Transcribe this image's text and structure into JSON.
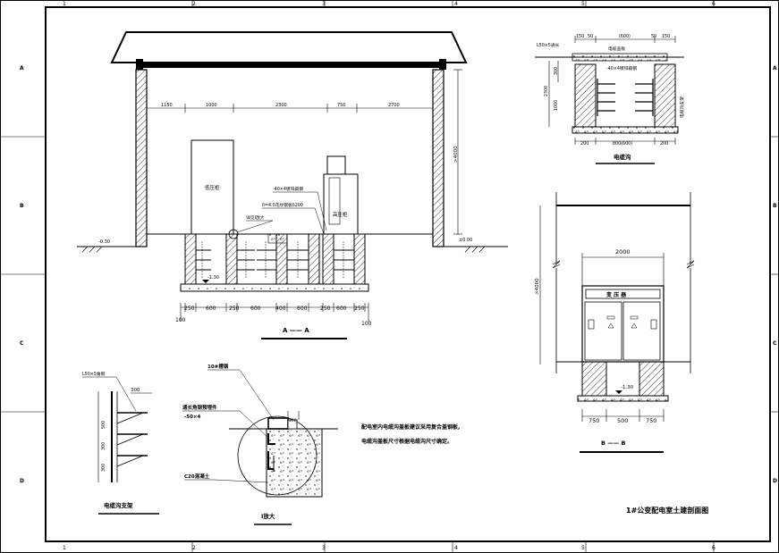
{
  "border": {
    "col_numbers": [
      "1",
      "2",
      "3",
      "4",
      "5",
      "6"
    ],
    "row_letters": [
      "A",
      "B",
      "C",
      "D"
    ]
  },
  "section_aa": {
    "title": "A —— A",
    "top_dims": [
      "1150",
      "1000",
      "2300",
      "750",
      "2700"
    ],
    "bottom_dims": [
      "250",
      "600",
      "250",
      "600",
      "400",
      "600",
      "250",
      "600",
      "250"
    ],
    "edge_dims": [
      "100",
      "100"
    ],
    "height_dim": ">4000",
    "ground_level": "-0.30",
    "floor_level": "±0.00",
    "bottom_level": "-1.30",
    "labels": {
      "lv_cabinet": "低压柜",
      "hv_cabinet": "高压柜",
      "flat_steel": "-40×4镀锌扁钢",
      "steel_plate": "δ=4.0花纹钢板δ200",
      "detail_ref": "详见I放大"
    }
  },
  "cable_trench": {
    "title": "电缆沟",
    "top_dims": [
      "150",
      "50",
      "(600)",
      "50",
      "150"
    ],
    "angle_label": "L50×5通长",
    "cover_label": "电缆盖板",
    "flat_steel": "-40×4镀锌扁钢",
    "side_label": "电缆沟支架",
    "left_dims": [
      "300",
      "1000"
    ],
    "outer_dim": "2300",
    "bottom_dims": [
      "200",
      "800(600)",
      "200"
    ]
  },
  "section_bb": {
    "title": "B —— B",
    "width_dim": "2000",
    "height_dim": ">4000",
    "cabinet_label": "变 压 器",
    "bottom_level": "-1.30",
    "bottom_dims": [
      "750",
      "500",
      "750"
    ]
  },
  "bracket": {
    "title": "电缆沟支架",
    "angle_label": "L50×5角钢",
    "dims": [
      "300",
      "500",
      "300",
      "300"
    ]
  },
  "detail_i": {
    "title": "I放大",
    "channel": "10#槽钢",
    "embed": "通长角钢预埋件",
    "flat": "-50×4",
    "concrete": "C20混凝土",
    "dim": "200"
  },
  "notes": {
    "line1": "配电室内电缆沟盖板建议采用复合盖钢板,",
    "line2": "电缆沟盖板尺寸根据电缆沟尺寸确定。"
  },
  "drawing_title": "1#公变配电室土建剖面图"
}
